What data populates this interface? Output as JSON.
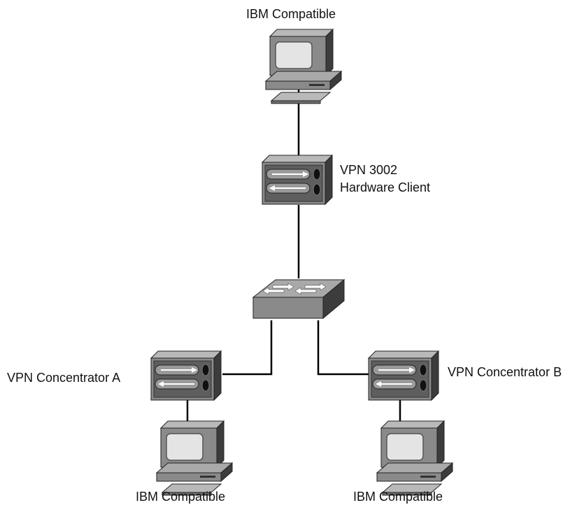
{
  "nodes": {
    "pc_top": {
      "label": "IBM Compatible"
    },
    "hw_client": {
      "label_line1": "VPN 3002",
      "label_line2": "Hardware Client"
    },
    "conc_a": {
      "label": "VPN Concentrator A"
    },
    "conc_b": {
      "label": "VPN Concentrator B"
    },
    "pc_left": {
      "label": "IBM Compatible"
    },
    "pc_right": {
      "label": "IBM Compatible"
    }
  },
  "colors": {
    "device_front": "#8a8a8a",
    "device_side": "#3c3c3c",
    "device_top": "#b9b9b9",
    "screen": "#e4e4e4",
    "link": "#000000"
  },
  "icons": {
    "pc": "pc-icon",
    "concentrator": "vpn-concentrator-icon",
    "switch": "switch-icon"
  }
}
